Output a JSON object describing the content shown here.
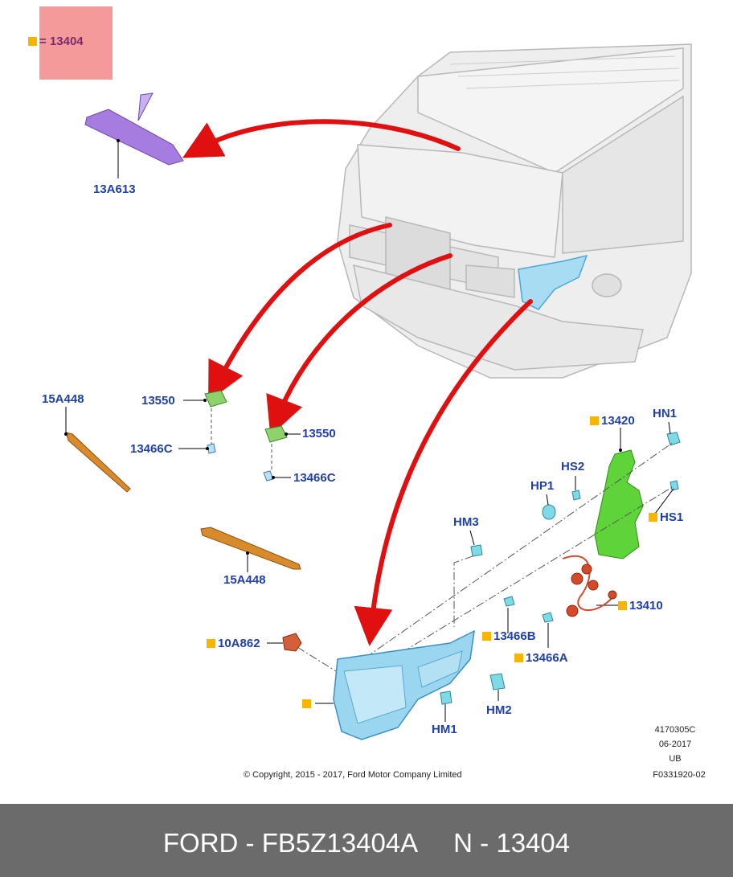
{
  "legend": {
    "marker_color": "#f7b500",
    "text": "= 13404",
    "box_color": "#f59a9a"
  },
  "labels": {
    "p13A613": "13A613",
    "p15A448_left": "15A448",
    "p15A448_mid": "15A448",
    "p13550_left": "13550",
    "p13550_right": "13550",
    "p13466C_left": "13466C",
    "p13466C_right": "13466C",
    "p13420": "13420",
    "hn1": "HN1",
    "hs2": "HS2",
    "hp1": "HP1",
    "hs1": "HS1",
    "hm3": "HM3",
    "p13410": "13410",
    "p10A862": "10A862",
    "p13466B": "13466B",
    "p13466A": "13466A",
    "hm2": "HM2",
    "hm1": "HM1"
  },
  "meta": {
    "code": "4170305C",
    "date": "06-2017",
    "region": "UB",
    "ref": "F0331920-02",
    "copyright": "© Copyright, 2015 - 2017, Ford Motor Company Limited"
  },
  "footer": {
    "text": "FORD - FB5Z13404A     N - 13404",
    "background": "#6b6b6b"
  },
  "colors": {
    "arrow": "#e01010",
    "label": "#1f3fae",
    "lamp": "#9ad6f0",
    "bracket": "#5fd33a",
    "reflector": "#d98a2a",
    "module": "#8fd16a",
    "cover": "#a77ce0"
  }
}
